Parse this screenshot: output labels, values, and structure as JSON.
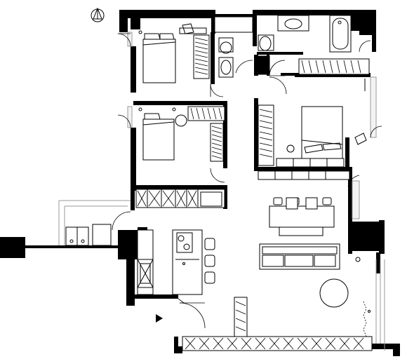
{
  "plan": {
    "north_arrow_icon": "north-arrow-icon",
    "rooms": [
      {
        "id": "bedroom-1"
      },
      {
        "id": "bathroom-1"
      },
      {
        "id": "bathroom-2"
      },
      {
        "id": "bedroom-2"
      },
      {
        "id": "master-bedroom"
      },
      {
        "id": "kitchen"
      },
      {
        "id": "living-dining"
      }
    ],
    "entrance_icon": "entrance-arrow-icon",
    "colors": {
      "wall": "#000000",
      "line": "#000000",
      "secondary": "#9a9a9a",
      "background": "#ffffff"
    }
  }
}
